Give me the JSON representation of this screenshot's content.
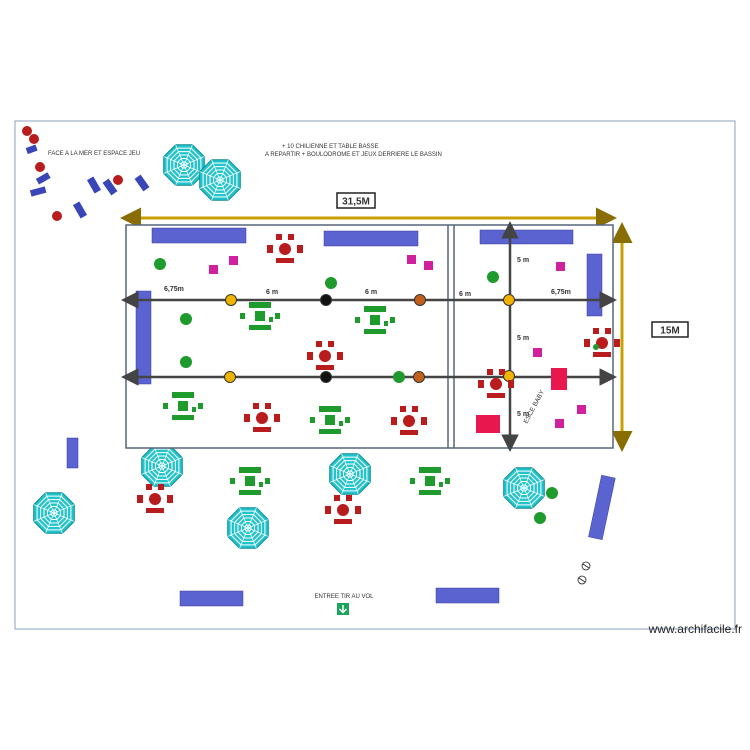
{
  "notes": {
    "left": "FACE A LA MER ET ESPACE JEU",
    "right_line1": "+ 10 CHILIENNE ET TABLE BASSE",
    "right_line2": "A REPARTIR  + BOULODROME ET JEUX DERRIERE LE BASSIN"
  },
  "dimensions": {
    "width_label": "31,5M",
    "height_label": "15M"
  },
  "spacing": {
    "seg_675_left": "6,75m",
    "seg_6_a": "6 m",
    "seg_6_b": "6 m",
    "seg_6_c": "6 m",
    "seg_675_right": "6,75m",
    "v_5_top": "5 m",
    "v_5_mid": "5 m",
    "v_5_bottom": "5 m"
  },
  "zones": {
    "baby_label": "ESCE BABY"
  },
  "entrance": {
    "label": "ENTREE TIR AU VOL"
  },
  "watermark": "www.archifacile.fr",
  "colors": {
    "pool_border": "#56667a",
    "bench": "#5b63d0",
    "dimension_line": "#c8a000",
    "umbrella": "#22c4cc",
    "table_red": "#b81c1c",
    "table_green": "#1f9a2c",
    "accent_magenta": "#d0209e",
    "accent_pink": "#e8174e",
    "entrance_green": "#1aa55a",
    "node_orange": "#f0b400",
    "node_black": "#111111",
    "node_brown": "#c0601a"
  }
}
